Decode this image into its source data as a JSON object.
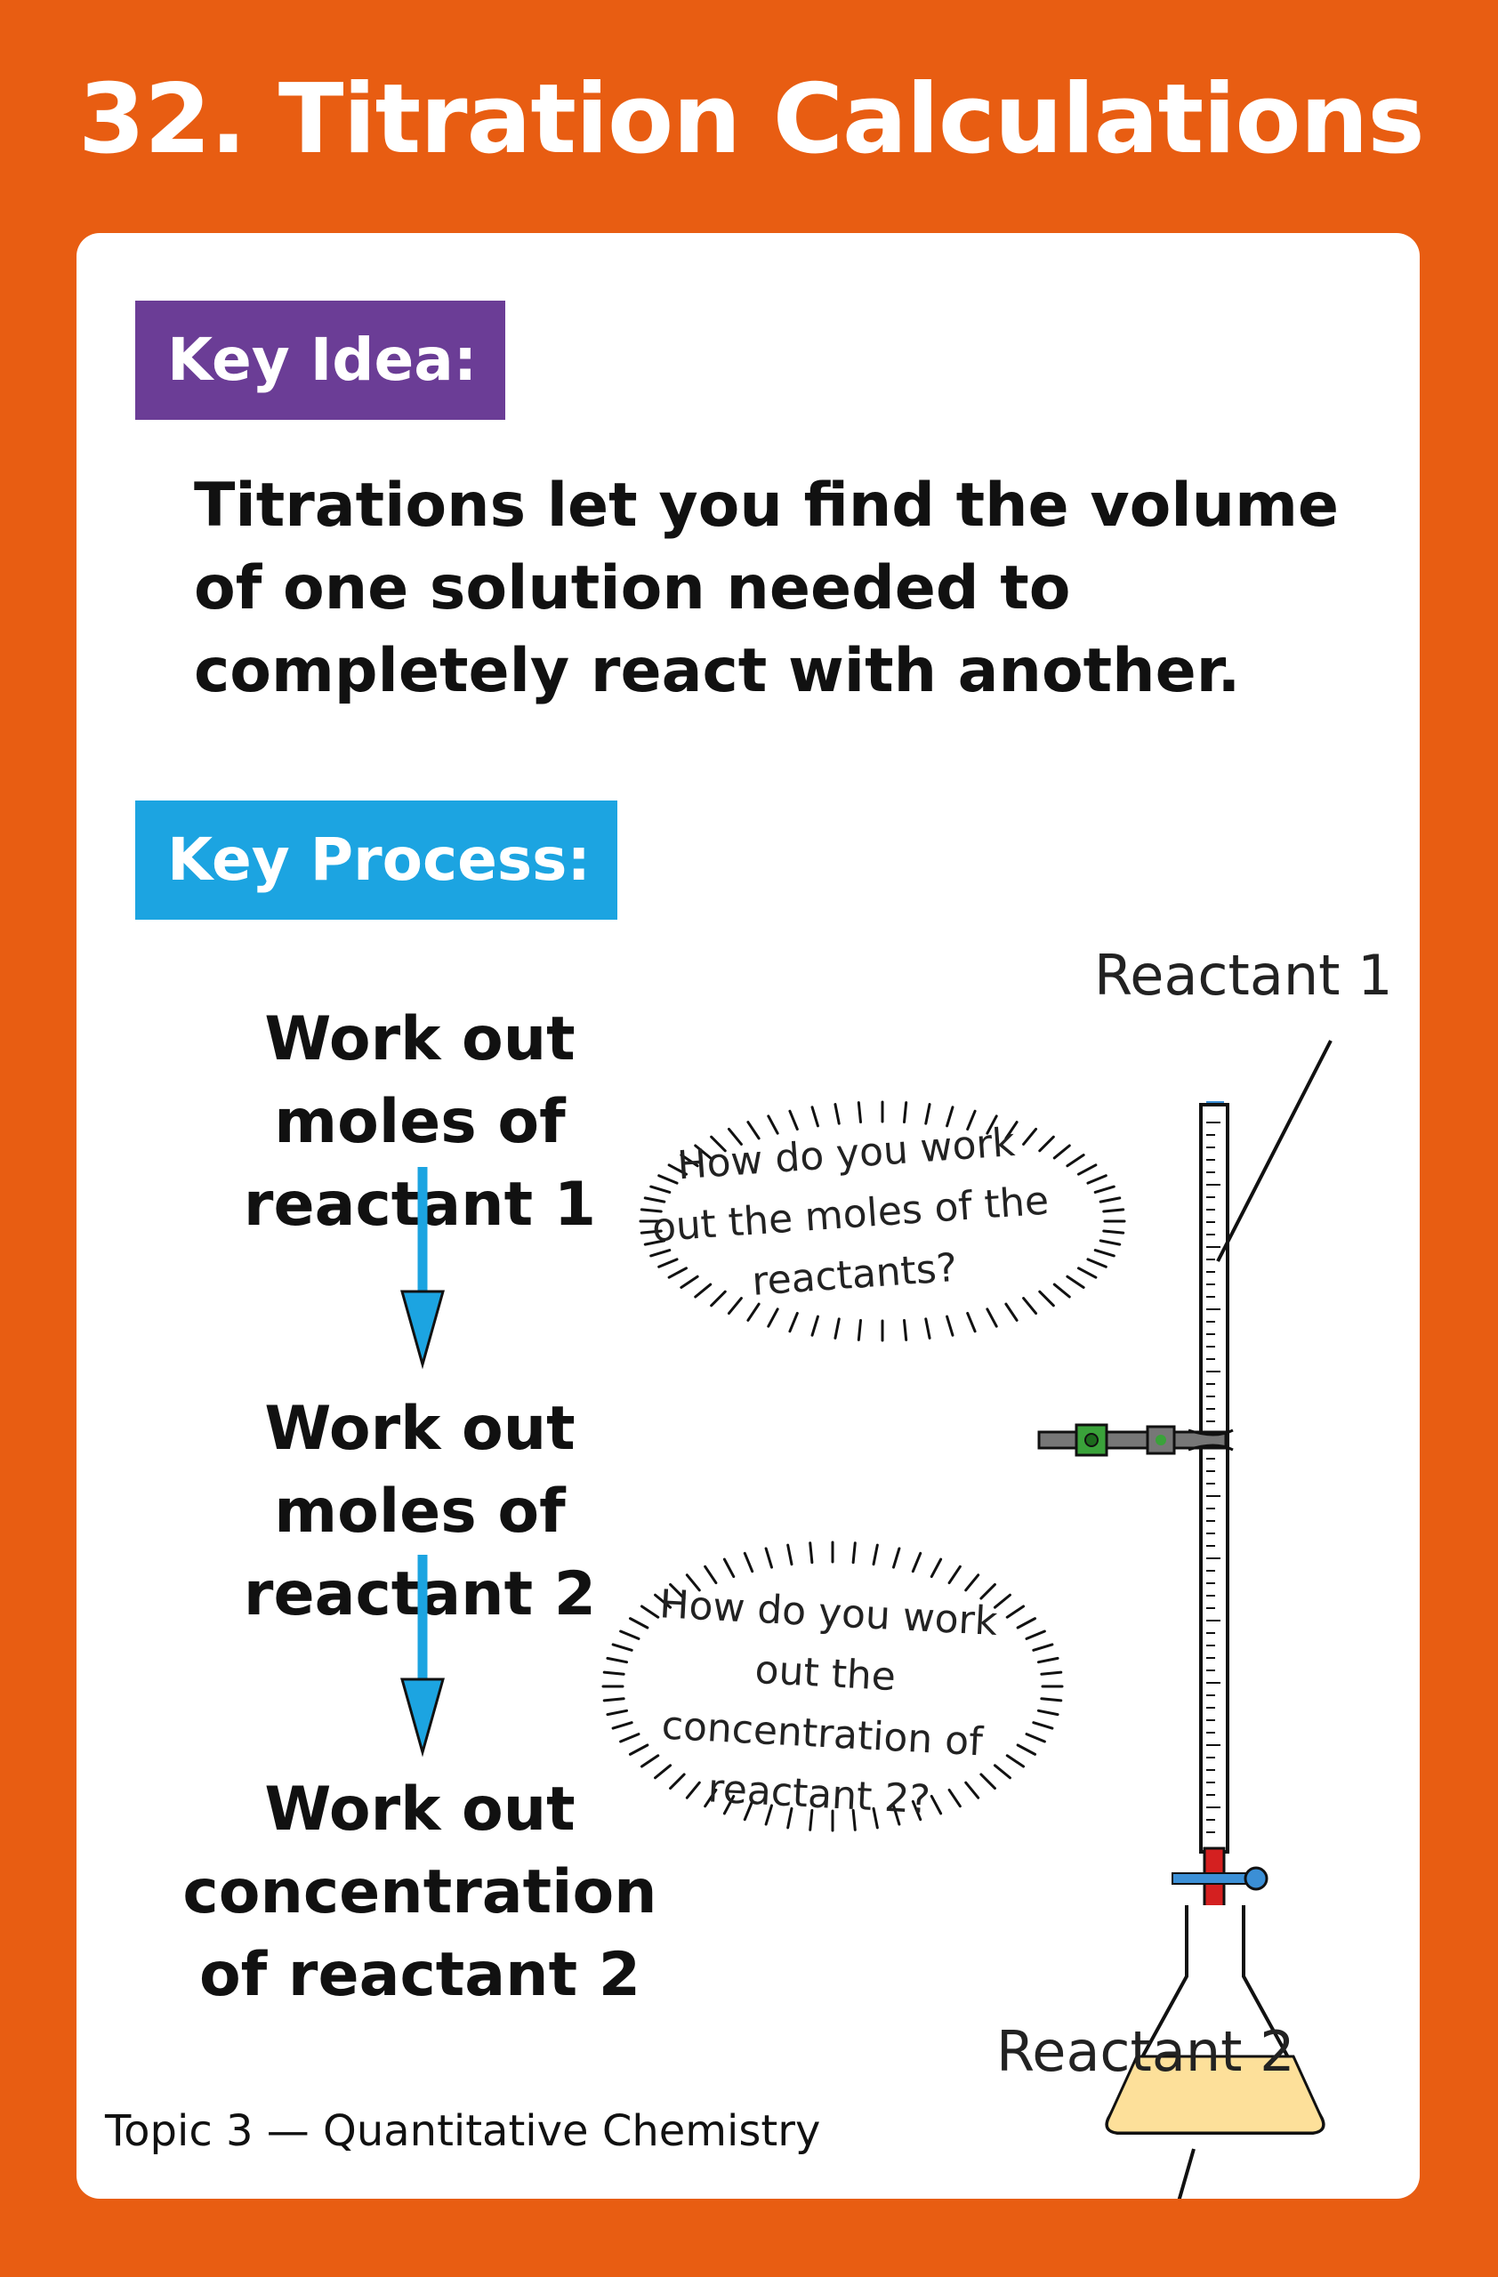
{
  "page": {
    "title": "32. Titration Calculations",
    "footer": "Topic 3 — Quantitative Chemistry"
  },
  "key_idea": {
    "label": "Key Idea:",
    "text": "Titrations let you find the volume of one solution needed to completely react with another."
  },
  "key_process": {
    "label": "Key Process:",
    "steps": [
      "Work out moles of reactant 1",
      "Work out moles of reactant 2",
      "Work out concentration of reactant 2"
    ]
  },
  "questions": [
    "How do you work out the moles of the reactants?",
    "How do you work out the concentration of reactant 2?"
  ],
  "diagram": {
    "label_top": "Reactant 1",
    "label_bottom": "Reactant 2"
  },
  "colors": {
    "background": "#e85d12",
    "key_idea": "#6b3d96",
    "key_process": "#1ca4e1",
    "arrow": "#1ca4e1",
    "liquid": "#fde09a",
    "stopcock": "#d42020",
    "clamp": "#3aa23a"
  }
}
